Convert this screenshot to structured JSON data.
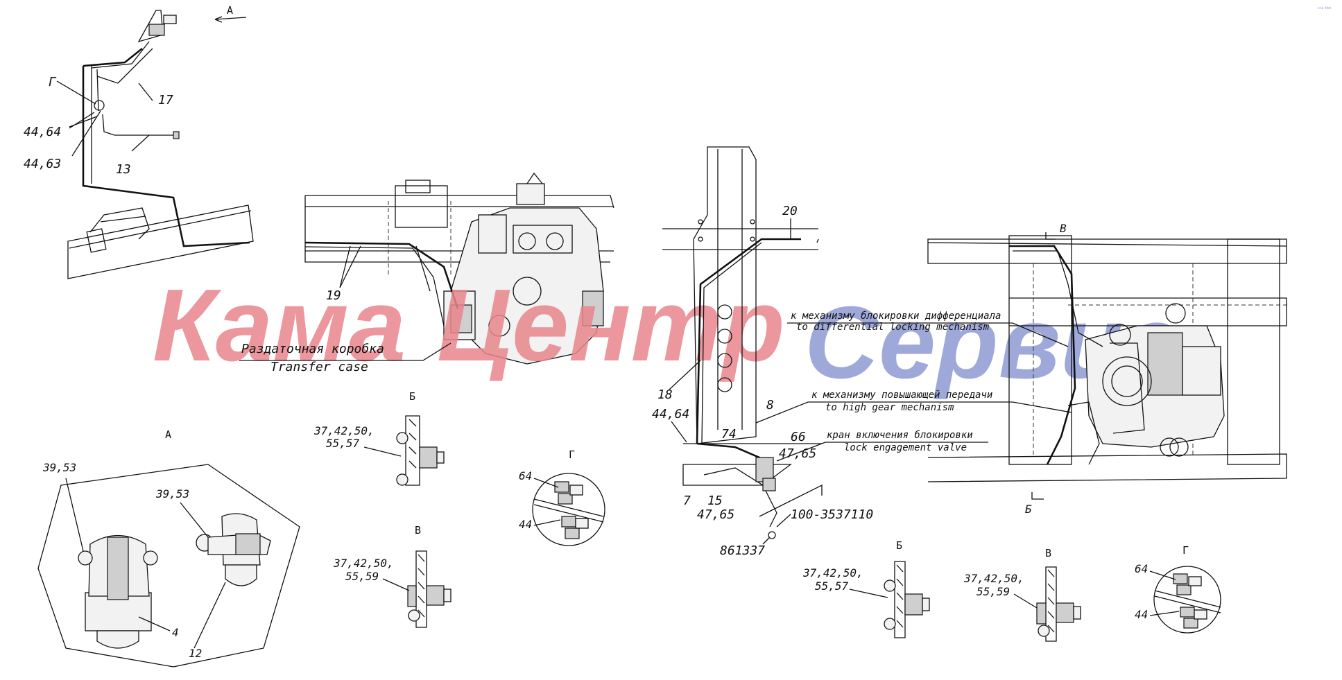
{
  "corner_mark": "ᵒᶜᵖ ᵇᵇᵇ",
  "watermark": {
    "part1": "Кама",
    "part2": "Центр",
    "part3": "Сервис",
    "color_red": "#e8868c",
    "color_blue": "#8e9bd4"
  },
  "view_a_arrow": "A",
  "top_left": {
    "callout_g": "Г",
    "callout_44_64": "44,64",
    "callout_44_63": "44,63",
    "callout_17": "17",
    "callout_13": "13"
  },
  "transfer_case": {
    "callout_19": "19",
    "label_ru": "Раздаточная коробка",
    "label_en": "Transfer case"
  },
  "center_frame": {
    "callout_20": "20",
    "callout_18": "18",
    "callout_44_64": "44,64",
    "callout_8": "8",
    "callout_74": "74",
    "callout_66": "66",
    "callout_47_65_a": "47,65",
    "callout_7": "7",
    "callout_15": "15",
    "callout_47_65_b": "47,65",
    "callout_100": "100-3537110",
    "callout_861337": "861337",
    "note_diff_ru": "к механизму блокировки дифференциала",
    "note_diff_en": "to differential locking mechanism",
    "note_high_ru": "к механизму повышающей передачи",
    "note_high_en": "to high gear mechanism",
    "note_valve_ru": "кран включения блокировки",
    "note_valve_en": "lock engagement valve"
  },
  "right_view": {
    "section_v": "В",
    "section_b": "Б"
  },
  "detail_a": {
    "title": "A",
    "callout_39_53_a": "39,53",
    "callout_39_53_b": "39,53",
    "callout_4": "4",
    "callout_12": "12"
  },
  "detail_b_left": {
    "title": "Б",
    "callout_line1": "37,42,50,",
    "callout_line2": "55,57"
  },
  "detail_v_left": {
    "title": "В",
    "callout_line1": "37,42,50,",
    "callout_line2": "55,59"
  },
  "detail_g_left": {
    "title": "Г",
    "callout_64": "64",
    "callout_44": "44"
  },
  "detail_b_right": {
    "title": "Б",
    "callout_line1": "37,42,50,",
    "callout_line2": "55,57"
  },
  "detail_v_right": {
    "title": "В",
    "callout_line1": "37,42,50,",
    "callout_line2": "55,59"
  },
  "detail_g_right": {
    "title": "Г",
    "callout_64": "64",
    "callout_44": "44"
  }
}
